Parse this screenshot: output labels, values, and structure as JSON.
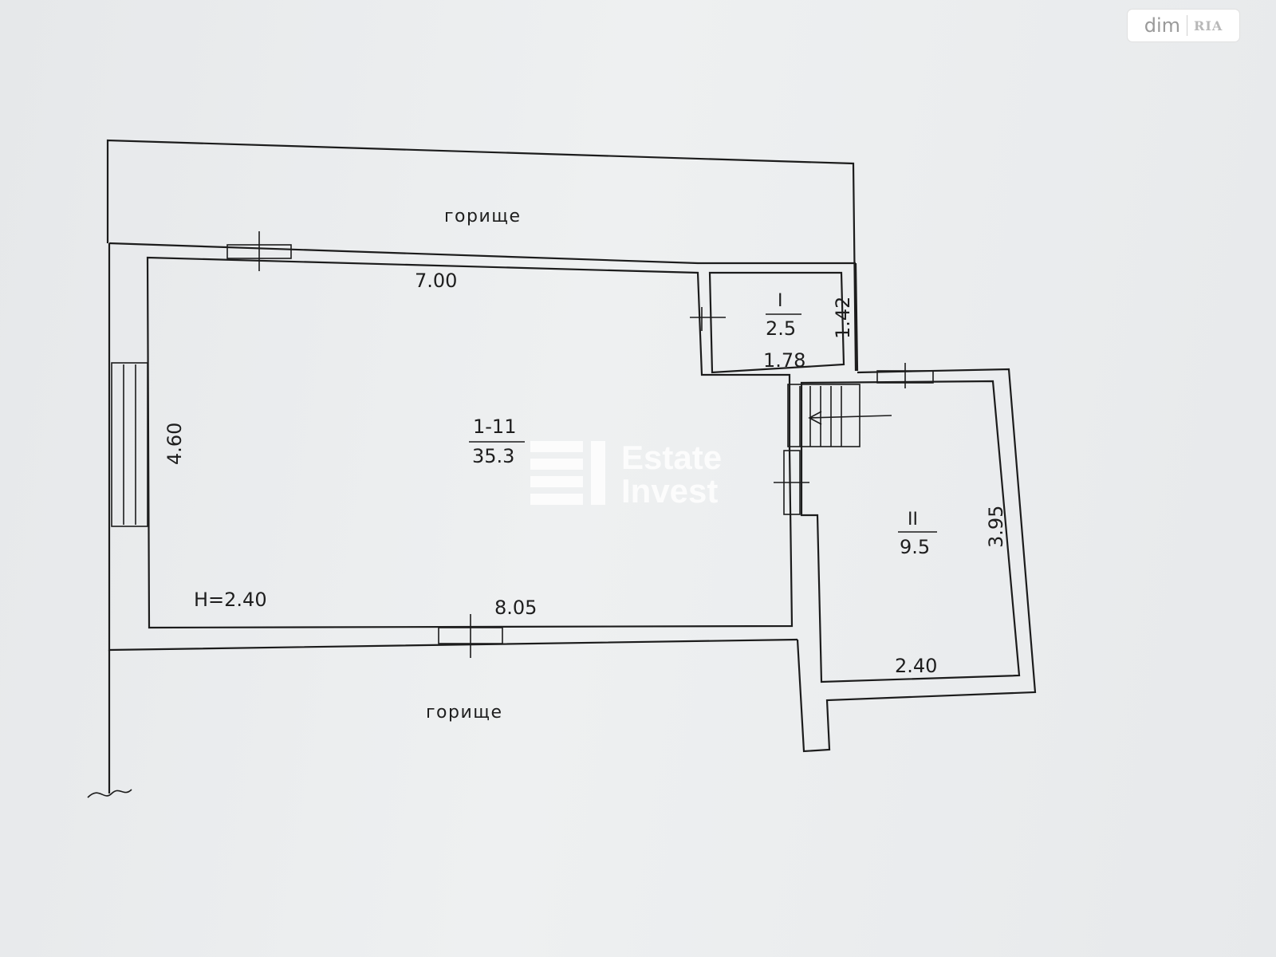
{
  "badge": {
    "brand": "dim",
    "brand2": "RIA"
  },
  "watermark": {
    "line1": "Estate",
    "line2": "Invest"
  },
  "plan": {
    "attic_top": "горище",
    "attic_bottom": "горище",
    "main_room": {
      "id": "1-11",
      "area": "35.3"
    },
    "room_one": {
      "id": "I",
      "area": "2.5"
    },
    "room_two": {
      "id": "II",
      "area": "9.5"
    },
    "dims": {
      "top_main": "7.00",
      "left_main": "4.60",
      "bottom_main": "8.05",
      "height": "H=2.40",
      "room_one_width": "1.78",
      "room_one_height": "1.42",
      "room_two_height": "3.95",
      "room_two_width": "2.40"
    }
  }
}
